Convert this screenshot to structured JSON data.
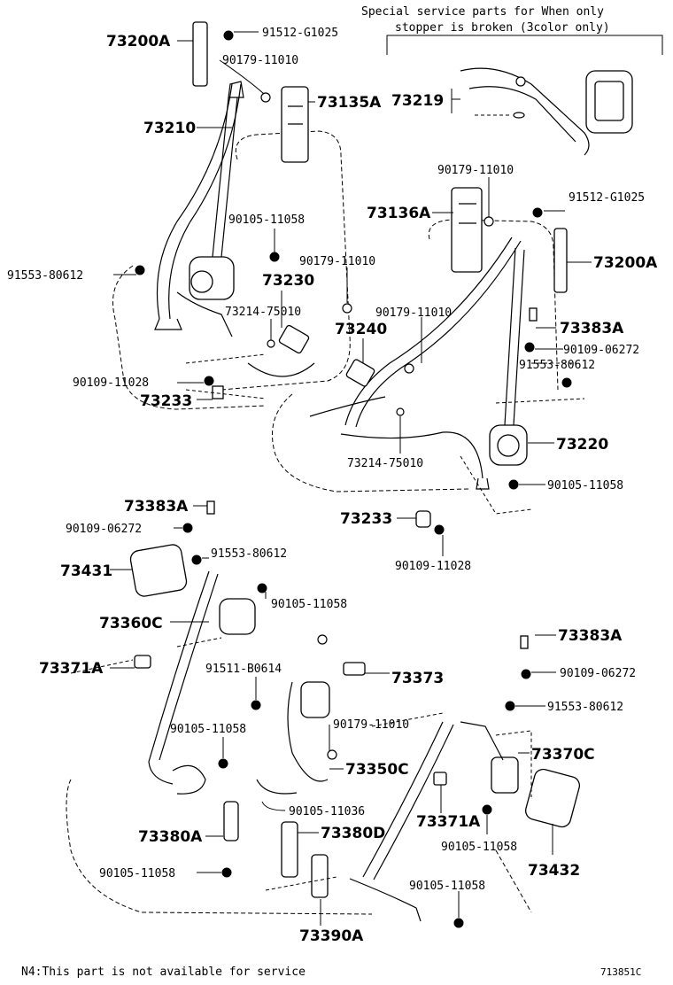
{
  "header_note": {
    "line1": "Special service parts for When only",
    "line2": "stopper is broken (3color only)"
  },
  "labels": {
    "l73200a_top": "73200A",
    "l91512_top": "91512-G1025",
    "l90179_a": "90179-11010",
    "l73135a": "73135A",
    "l73219": "73219",
    "l73210": "73210",
    "l90179_b": "90179-11010",
    "l73136a": "73136A",
    "l91512_right": "91512-G1025",
    "l90105_a": "90105-11058",
    "l73200a_right": "73200A",
    "l91553_left": "91553-80612",
    "l90179_c": "90179-11010",
    "l73230": "73230",
    "l73214_a": "73214-75010",
    "l90179_d": "90179-11010",
    "l73240": "73240",
    "l73383a_right": "73383A",
    "l90109_06272_right": "90109-06272",
    "l91553_right": "91553-80612",
    "l90109_11028_left": "90109-11028",
    "l73233_left": "73233",
    "l73220": "73220",
    "l73214_b": "73214-75010",
    "l90105_b": "90105-11058",
    "l73383a_mid": "73383A",
    "l90109_06272_mid": "90109-06272",
    "l73233_mid": "73233",
    "l91553_mid": "91553-80612",
    "l90109_11028_mid": "90109-11028",
    "l73431": "73431",
    "l90105_c": "90105-11058",
    "l73360c": "73360C",
    "l73383a_low": "73383A",
    "l73371a_left": "73371A",
    "l91511": "91511-B0614",
    "l73373": "73373",
    "l90109_06272_low": "90109-06272",
    "l91553_low": "91553-80612",
    "l90105_d": "90105-11058",
    "l90179_e": "90179-11010",
    "l73370c": "73370C",
    "l73350c": "73350C",
    "l90105_11036": "90105-11036",
    "l73371a_right": "73371A",
    "l73380a": "73380A",
    "l73380d": "73380D",
    "l90105_e": "90105-11058",
    "l73432": "73432",
    "l90105_f": "90105-11058",
    "l90105_g": "90105-11058",
    "l73390a": "73390A"
  },
  "footer": {
    "note": "N4:This part is not available for service",
    "code": "713851C"
  }
}
